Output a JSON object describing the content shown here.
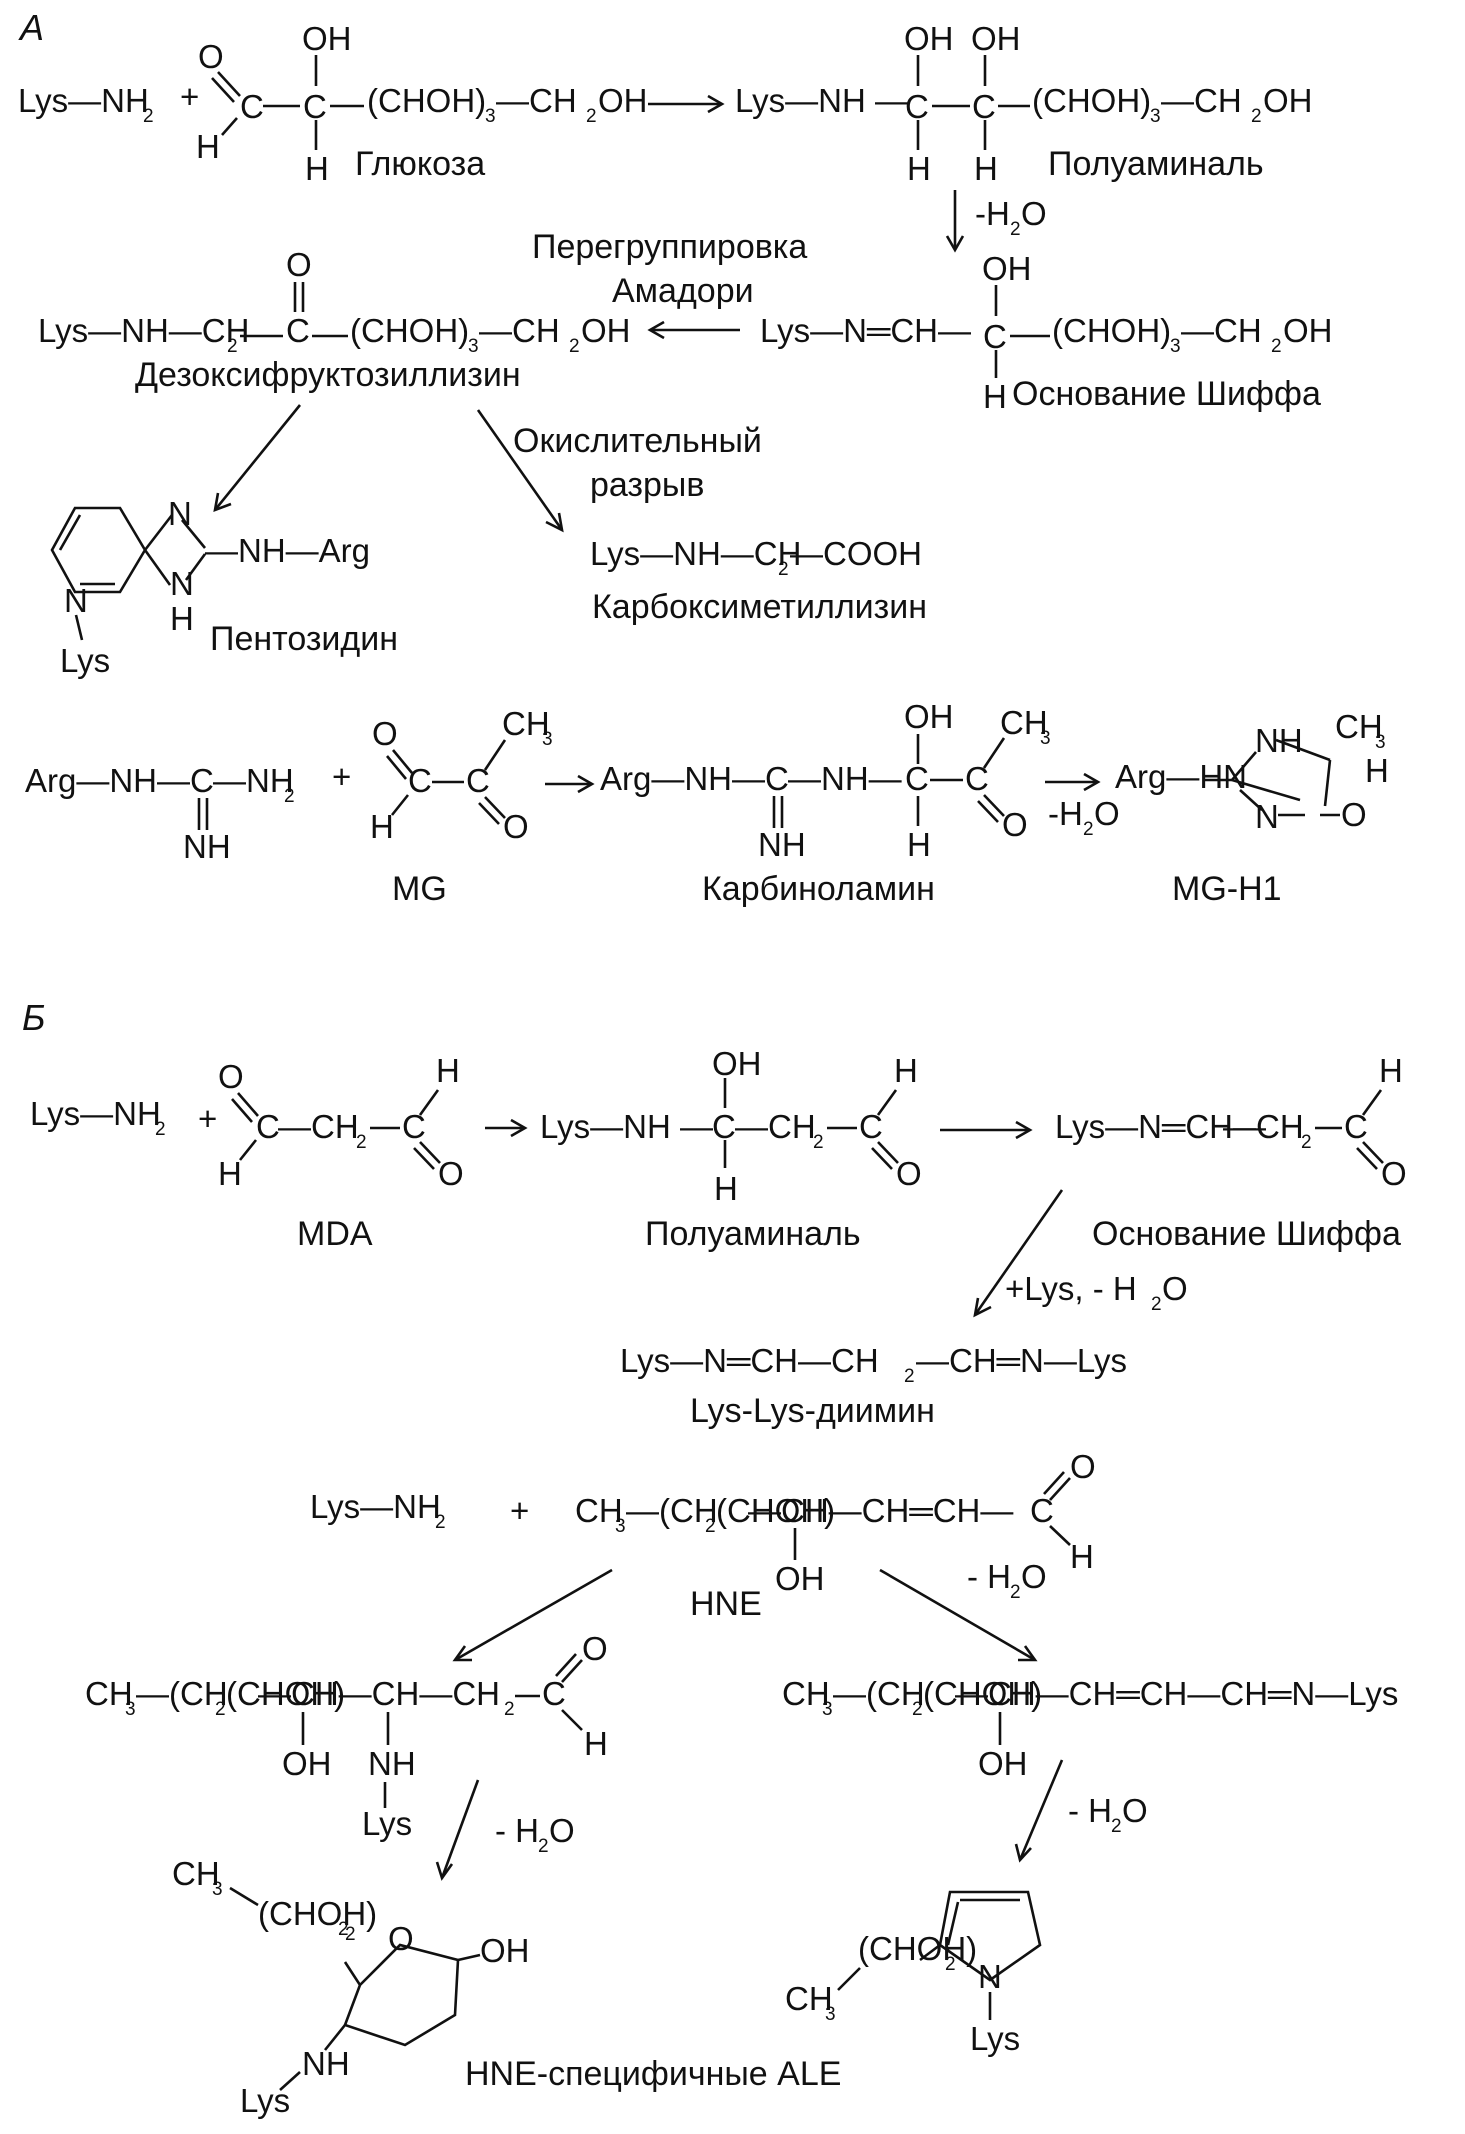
{
  "panel_a": {
    "marker": "А",
    "glucose_rxn": {
      "lysine": "Lys—NH",
      "sub_2": "2",
      "plus": "+",
      "glucose_chain": "(CHOH)",
      "sub_3": "3",
      "ch2oh": "—CH",
      "oh": "OH",
      "h": "H",
      "c": "C",
      "o": "O",
      "glucose_label": "Глюкоза",
      "polyaminal_prefix": "Lys—NH —",
      "polyaminal_label": "Полуаминаль"
    },
    "water_loss": "-H",
    "water_o": "O",
    "amadori_label_1": "Перегруппировка",
    "amadori_label_2": "Амадори",
    "schiff_prefix": "Lys—N═CH—",
    "schiff_label": "Основание Шиффа",
    "deoxy_prefix": "Lys—NH—CH",
    "deoxy_label": "Дезоксифруктозиллизин",
    "oxidative_1": "Окислительный",
    "oxidative_2": "разрыв",
    "pentosidine_label": "Пентозидин",
    "n": "N",
    "nh_arg": "—NH—Arg",
    "lys": "Lys",
    "cml_prefix": "Lys—NH—CH",
    "cml_suffix": "—COOH",
    "cml_label": "Карбоксиметиллизин",
    "arg_rxn": {
      "arg_prefix": "Arg—NH—",
      "nh2": "—NH",
      "nh": "NH",
      "ch3": "CH",
      "mg_label": "MG",
      "carbinol_prefix": "Arg—NH—",
      "carbinol_mid": "—NH—",
      "carbinol_label": "Карбиноламин",
      "mgh1_prefix": "Arg—HN",
      "mgh1_label": "MG-H1"
    }
  },
  "panel_b": {
    "marker": "Б",
    "mda_label": "MDA",
    "mda_mid": "—CH",
    "polyaminal_label": "Полуаминаль",
    "schiff_label": "Основание Шиффа",
    "lys_plus": "+Lys, - H",
    "diimine_left": "Lys—N═CH—CH",
    "diimine_right": "—CH═N—Lys",
    "diimine_label": "Lys-Lys-диимин",
    "hne_chain_a": "CH",
    "hne_chain_b": "—(CH",
    "hne_chain_c": "—CH—CH═CH—",
    "hne_label": "HNE",
    "michael_mid": "—CH—CH—CH",
    "schiff_right": "—CH—CH═CH—CH═N—Lys",
    "minus_water": "- H",
    "ale_label": "HNE-специфичные ALE"
  }
}
